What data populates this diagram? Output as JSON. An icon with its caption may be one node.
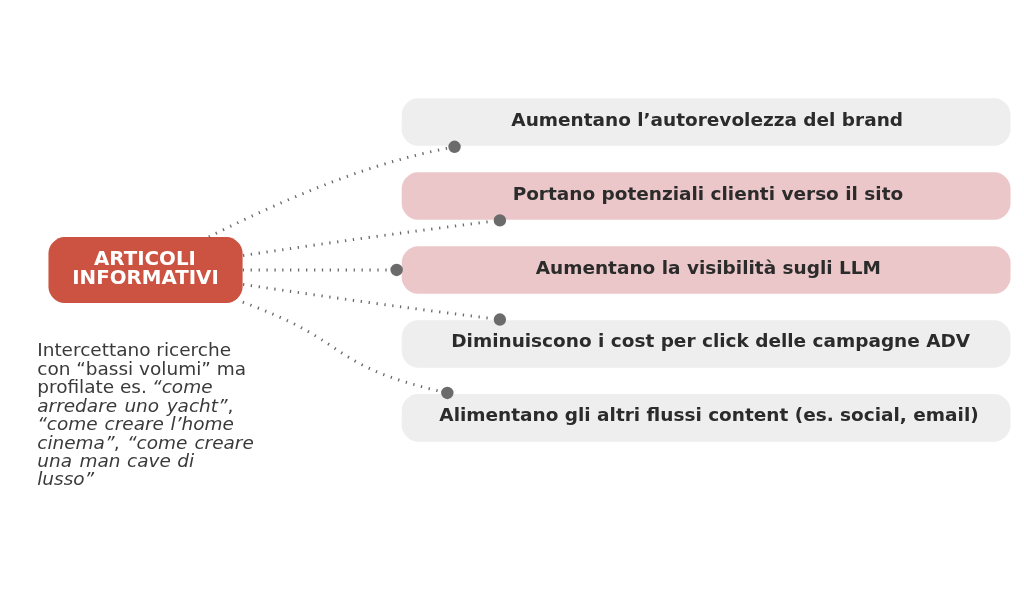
{
  "diagram": {
    "nodes": [
      {
        "text": [
          "ARTICOLI INFORMATIVI"
        ],
        "beside": [
          "Intercettano ricerche con “bassi volumi” ma profilate es. *“come arredare uno yacht”*, *“come creare l’home cinema”*, *“come creare una man cave di lusso”*"
        ]
      },
      {
        "text": [
          "Aumentano l’autorevolezza del brand"
        ]
      },
      {
        "text": [
          "Portano potenziali clienti verso il sito"
        ]
      },
      {
        "text": [
          "Aumentano la visibilità sugli LLM"
        ]
      },
      {
        "text": [
          "Diminuiscono i cost per click delle campagne ADV"
        ]
      },
      {
        "text": [
          "Alimentano gli altri flussi content (es. social, email)"
        ]
      }
    ],
    "edges": [
      {
        "from": 0,
        "to": 1,
        "arrow": "other"
      },
      {
        "from": 0,
        "to": 2,
        "arrow": "other"
      },
      {
        "from": 0,
        "to": 3,
        "arrow": "other"
      },
      {
        "from": 0,
        "to": 4,
        "arrow": "other"
      },
      {
        "from": 0,
        "to": 5,
        "arrow": "other"
      }
    ]
  }
}
